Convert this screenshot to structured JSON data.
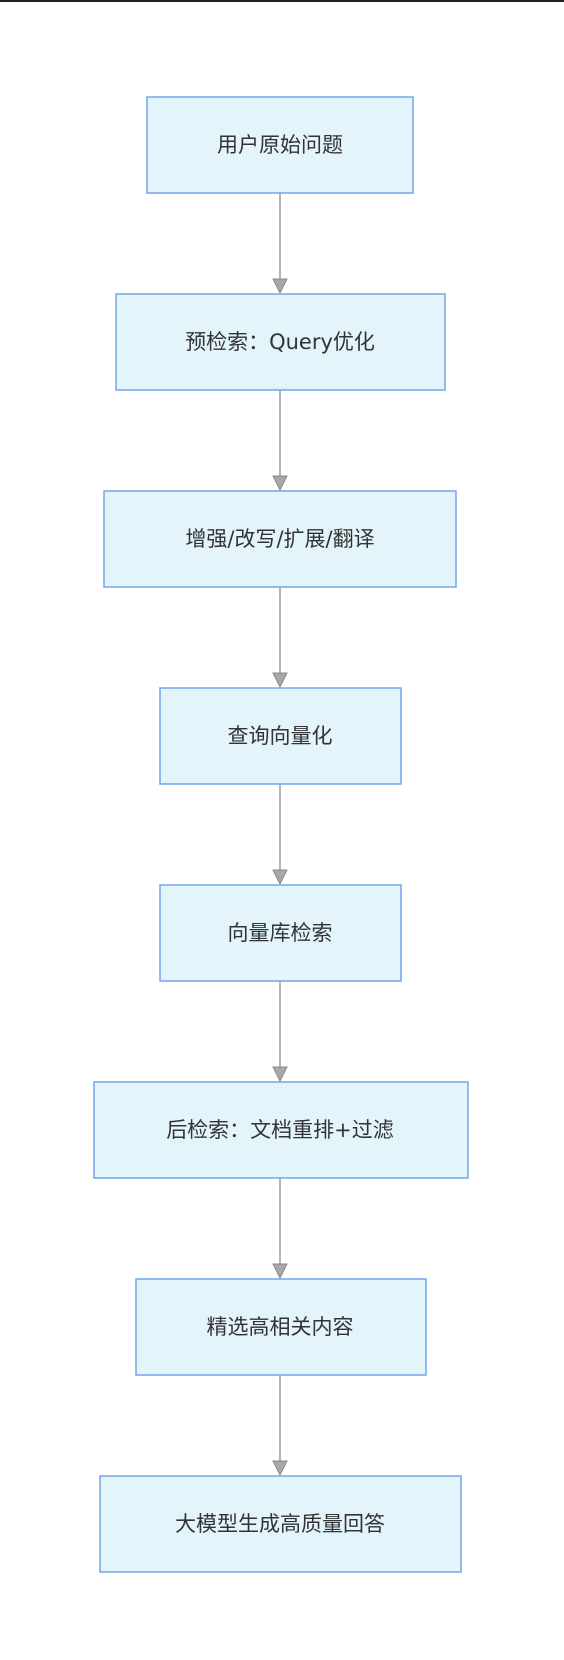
{
  "diagram": {
    "nodes": [
      {
        "id": "n1",
        "label": "用户原始问题"
      },
      {
        "id": "n2",
        "label": "预检索：Query优化"
      },
      {
        "id": "n3",
        "label": "增强/改写/扩展/翻译"
      },
      {
        "id": "n4",
        "label": "查询向量化"
      },
      {
        "id": "n5",
        "label": "向量库检索"
      },
      {
        "id": "n6",
        "label": "后检索：文档重排+过滤"
      },
      {
        "id": "n7",
        "label": "精选高相关内容"
      },
      {
        "id": "n8",
        "label": "大模型生成高质量回答"
      }
    ],
    "edges": [
      {
        "from": "n1",
        "to": "n2"
      },
      {
        "from": "n2",
        "to": "n3"
      },
      {
        "from": "n3",
        "to": "n4"
      },
      {
        "from": "n4",
        "to": "n5"
      },
      {
        "from": "n5",
        "to": "n6"
      },
      {
        "from": "n6",
        "to": "n7"
      },
      {
        "from": "n7",
        "to": "n8"
      }
    ],
    "colors": {
      "node_fill": "#e3f4fb",
      "node_stroke": "#74a5ea",
      "edge": "#9e9e9e",
      "text": "#333333"
    }
  }
}
